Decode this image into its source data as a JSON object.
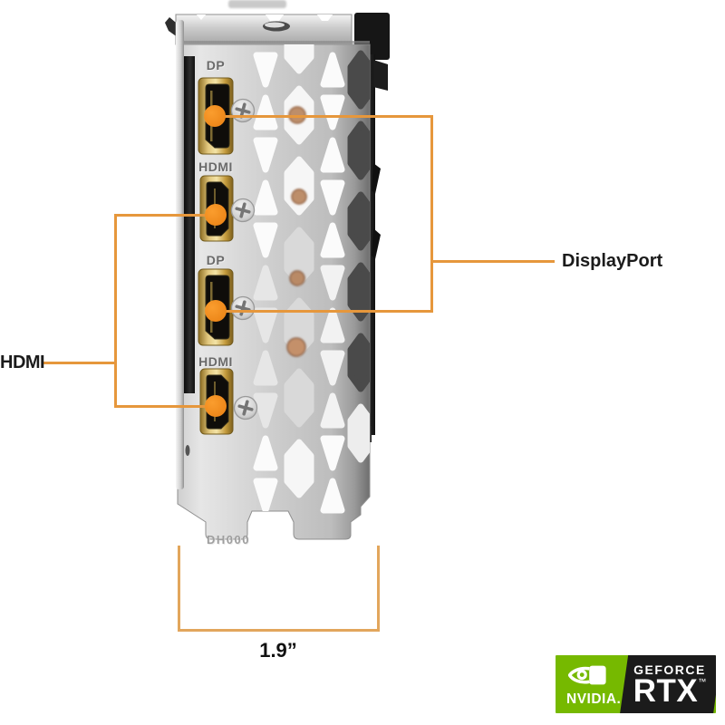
{
  "figure": {
    "type": "product-diagram",
    "subject": "graphics-card-io-bracket-side-view",
    "bracket": {
      "port_labels": [
        "DP",
        "HDMI",
        "DP",
        "HDMI"
      ],
      "stamp": "DH000"
    },
    "callouts": {
      "displayport_label": "DisplayPort",
      "hdmi_label": "HDMI"
    },
    "dimension_label": "1.9”",
    "badge": {
      "brand": "NVIDIA.",
      "series": "GEFORCE",
      "model": "RTX",
      "trademark": "™"
    },
    "colors": {
      "callout_line": "#E6973C",
      "callout_dot": "#F28C1E",
      "dimension_line": "#E2A65C",
      "nvidia_green": "#76B900",
      "badge_black": "#1B1B1B",
      "port_gold": "#C9A64F"
    }
  }
}
